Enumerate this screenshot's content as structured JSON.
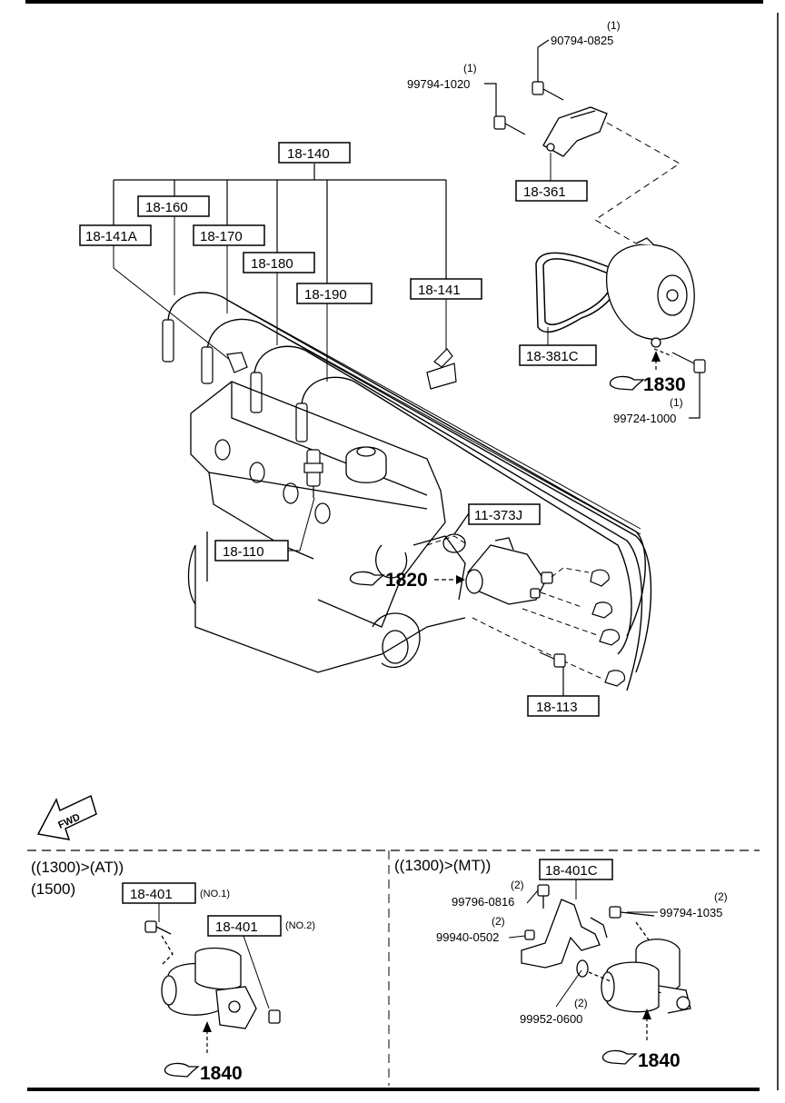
{
  "callouts": {
    "c18_140": "18-140",
    "c18_160": "18-160",
    "c18_170": "18-170",
    "c18_141a": "18-141A",
    "c18_180": "18-180",
    "c18_190": "18-190",
    "c18_141": "18-141",
    "c18_361": "18-361",
    "c18_381c": "18-381C",
    "c11_373j": "11-373J",
    "c18_110": "18-110",
    "c18_113": "18-113",
    "c18_401_no1": "18-401",
    "c18_401_no2": "18-401",
    "c18_401c": "18-401C"
  },
  "part_numbers": {
    "p90794_0825": "90794-0825",
    "p99794_1020": "99794-1020",
    "p99724_1000": "99724-1000",
    "p99796_0816": "99796-0816",
    "p99940_0502": "99940-0502",
    "p99952_0600": "99952-0600",
    "p99794_1035": "99794-1035"
  },
  "quantities": {
    "q90794_0825": "(1)",
    "q99794_1020": "(1)",
    "q99724_1000": "(1)",
    "q99796_0816": "(2)",
    "q99940_0502": "(2)",
    "q99952_0600": "(2)",
    "q99794_1035": "(2)"
  },
  "references": {
    "r1830": "1830",
    "r1820": "1820",
    "r1840_left": "1840",
    "r1840_right": "1840"
  },
  "notes": {
    "no1": "(NO.1)",
    "no2": "(NO.2)"
  },
  "sections": {
    "left_line1": "((1300)>(AT))",
    "left_line2": "(1500)",
    "right_line1": "((1300)>(MT))"
  },
  "fwd_label": "FWD",
  "colors": {
    "ink": "#000000",
    "paper": "#ffffff"
  }
}
